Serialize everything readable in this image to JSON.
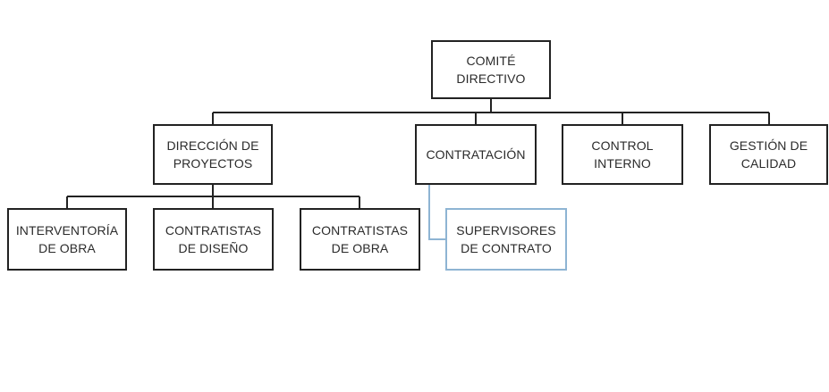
{
  "colors": {
    "box_border": "#222222",
    "accent_border": "#8eb4d3",
    "connector": "#222222",
    "accent_connector": "#8eb4d3",
    "text": "#2b2b2b",
    "background": "#ffffff"
  },
  "org_chart": {
    "root": {
      "label": "COMITÉ\nDIRECTIVO"
    },
    "level1": [
      {
        "key": "direccion",
        "label": "DIRECCIÓN DE\nPROYECTOS"
      },
      {
        "key": "contratacion",
        "label": "CONTRATACIÓN"
      },
      {
        "key": "control",
        "label": "CONTROL\nINTERNO"
      },
      {
        "key": "gestion",
        "label": "GESTIÓN DE\nCALIDAD"
      }
    ],
    "direccion_children": [
      {
        "key": "interventoria",
        "label": "INTERVENTORÍA\nDE OBRA"
      },
      {
        "key": "diseno",
        "label": "CONTRATISTAS\nDE DISEÑO"
      },
      {
        "key": "obra",
        "label": "CONTRATISTAS\nDE OBRA"
      }
    ],
    "contratacion_children": [
      {
        "key": "supervisores",
        "label": "SUPERVISORES\nDE CONTRATO"
      }
    ]
  }
}
